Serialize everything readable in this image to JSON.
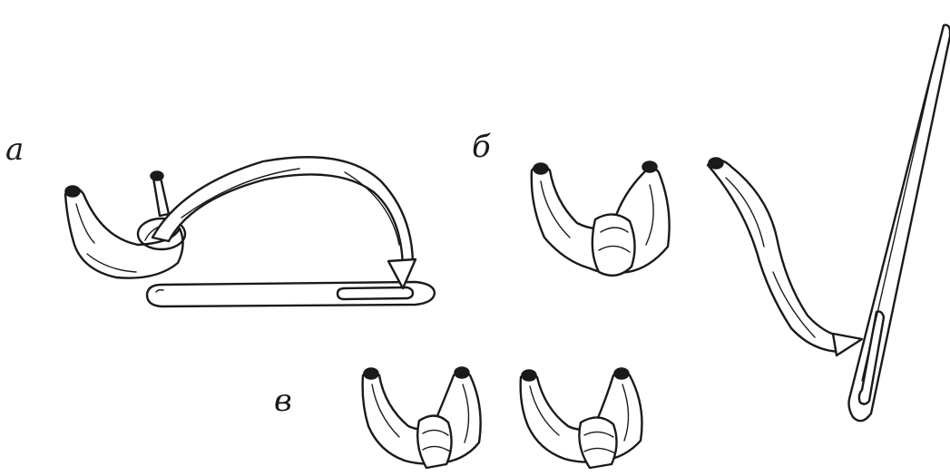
{
  "labels": {
    "a": "а",
    "b": "б",
    "v": "в"
  },
  "colors": {
    "ink": "#1a1a1a",
    "paper": "#ffffff"
  }
}
